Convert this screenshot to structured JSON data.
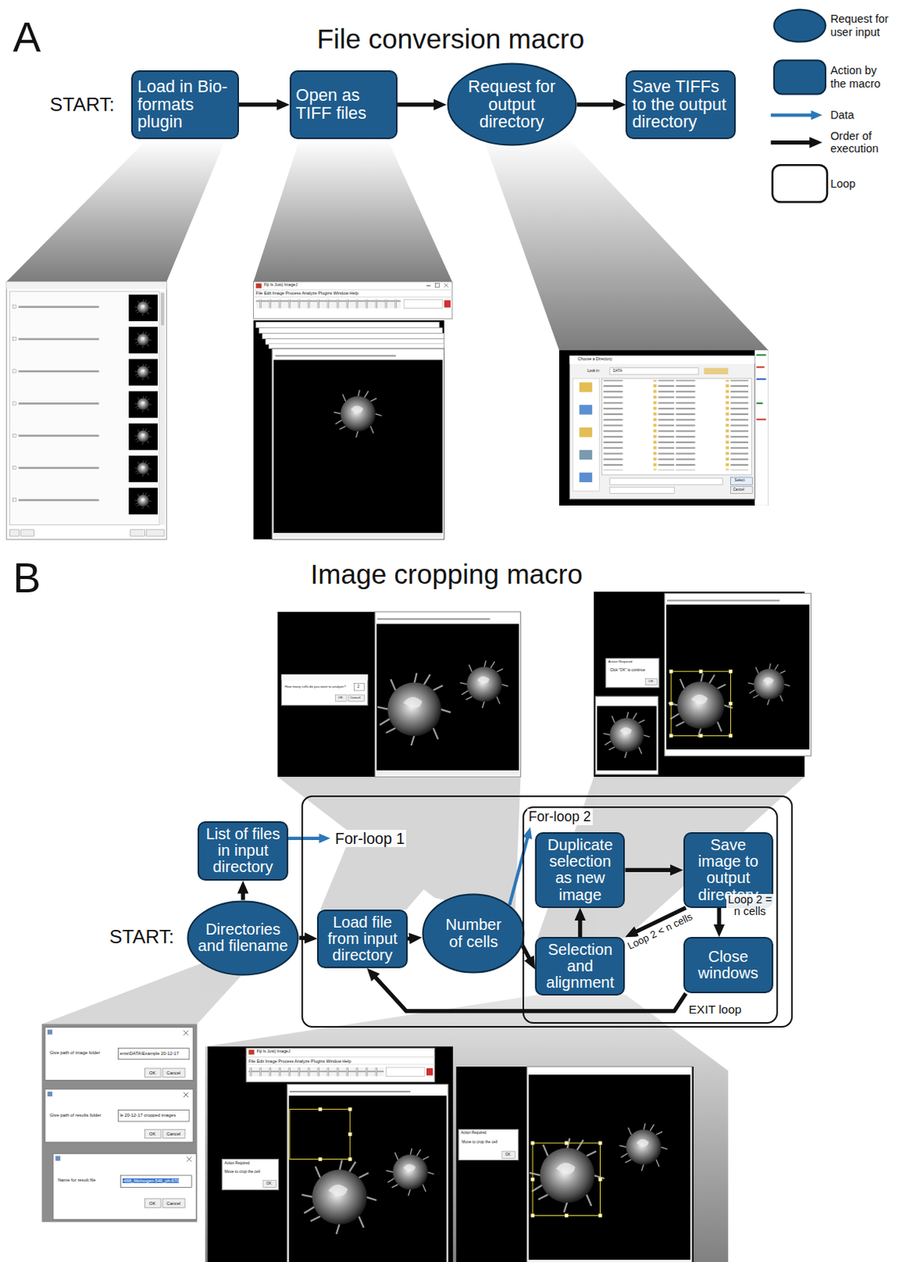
{
  "diagram": {
    "nodes": [
      {
        "text": [
          "Load in Bio-formats plugin"
        ]
      },
      {
        "text": [
          "Open as TIFF files"
        ]
      },
      {
        "text": [
          "Request for output directory"
        ]
      },
      {
        "text": [
          "Save TIFFs to the output directory"
        ]
      },
      {
        "text": [
          "List of files in input directory"
        ]
      },
      {
        "text": [
          "Directories and filename"
        ]
      },
      {
        "text": [
          "For-loop 1"
        ]
      },
      {
        "text": [
          "Load file from input directory"
        ],
        "in": 6
      },
      {
        "text": [
          "Number of cells"
        ],
        "in": 6
      },
      {
        "text": [
          "For-loop 2"
        ],
        "in": 6
      },
      {
        "text": [
          "Duplicate selection as new image"
        ],
        "in": 9
      },
      {
        "text": [
          "Save image to output directory"
        ],
        "in": 9
      },
      {
        "text": [
          "Selection and alignment"
        ],
        "in": 9
      },
      {
        "text": [
          "Close windows"
        ],
        "in": 9
      }
    ],
    "edges": [
      {
        "from": 0,
        "to": 1,
        "arrow": "to"
      },
      {
        "from": 1,
        "to": 2,
        "arrow": "to"
      },
      {
        "from": 2,
        "to": 3,
        "arrow": "to"
      },
      {
        "from": 5,
        "to": 4,
        "arrow": "to"
      },
      {
        "from": 4,
        "to": 6,
        "arrow": "to"
      },
      {
        "from": 5,
        "to": 7,
        "arrow": "to"
      },
      {
        "from": 7,
        "to": 8,
        "arrow": "to"
      },
      {
        "from": 8,
        "to": 12,
        "arrow": "to"
      },
      {
        "from": 8,
        "to": 9,
        "arrow": "to"
      },
      {
        "from": 12,
        "to": 10,
        "arrow": "to"
      },
      {
        "from": 10,
        "to": 11,
        "arrow": "to"
      },
      {
        "from": 11,
        "to": 13,
        "arrow": "to",
        "label": "Loop 2 = n cells"
      },
      {
        "from": 11,
        "to": 12,
        "arrow": "to",
        "label": "Loop 2 < n cells"
      },
      {
        "from": 13,
        "to": 7,
        "arrow": "to",
        "label": "EXIT loop"
      }
    ],
    "labels": [
      "A",
      "File conversion macro",
      "START:",
      "B",
      "Image cropping macro",
      "START:",
      "Fiji Is Just) ImageJ",
      "File Edit Image Process Analyze Plugins Window Help",
      "Choose a Directory",
      "Look in:",
      "DATA",
      "Select",
      "Cancel",
      "How many cells do you want to analyze?",
      "2",
      "OK",
      "Cancel",
      "Action Required",
      "Click \"OK\" to continue",
      "OK",
      "Give path of image folder",
      "ents\\DATA\\Example 20-12-17",
      "OK",
      "Cancel",
      "Give path of results folder",
      "le 20-12-17 cropped images",
      "OK",
      "Cancel",
      "Name for result file",
      "-488_fibrinogen-546_ph-670",
      "OK",
      "Cancel",
      "Fiji Is Just) ImageJ",
      "File Edit Image Process Analyze Plugins Window Help",
      "Action Required",
      "Move to crop the cell",
      "OK",
      "Action Required",
      "Move to crop the cell",
      "OK"
    ],
    "legend": [
      {
        "text": "Request for user input"
      },
      {
        "text": "Action by the macro"
      },
      {
        "text": "Data"
      },
      {
        "text": "Order of execution"
      },
      {
        "text": "Loop"
      }
    ]
  }
}
